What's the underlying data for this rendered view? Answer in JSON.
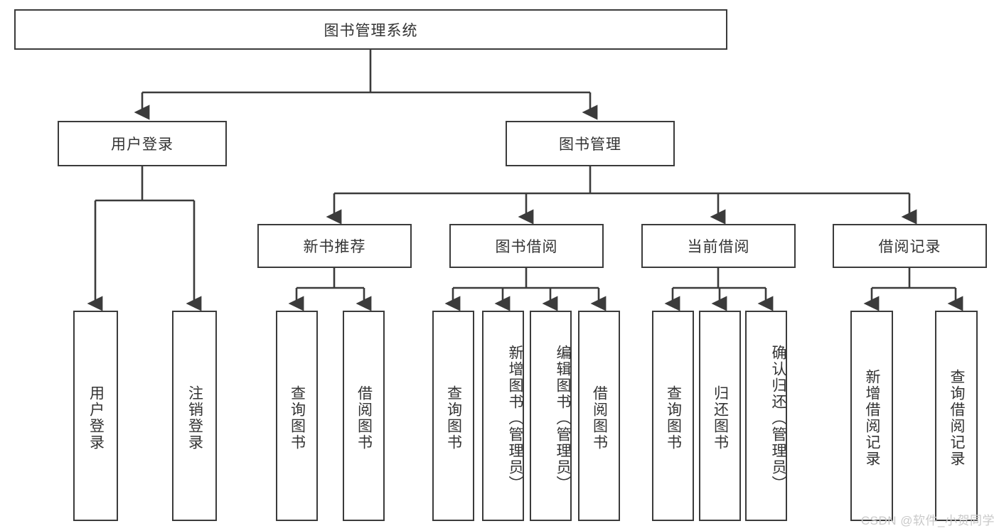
{
  "diagram": {
    "title": "图书管理系统",
    "type": "hierarchy-tree",
    "root": {
      "label": "图书管理系统"
    },
    "level1": [
      {
        "label": "用户登录"
      },
      {
        "label": "图书管理"
      }
    ],
    "level2": [
      {
        "label": "新书推荐"
      },
      {
        "label": "图书借阅"
      },
      {
        "label": "当前借阅"
      },
      {
        "label": "借阅记录"
      }
    ],
    "leaves": {
      "user_login": [
        {
          "label": "用户登录"
        },
        {
          "label": "注销登录"
        }
      ],
      "new_book_recommend": [
        {
          "label": "查询图书"
        },
        {
          "label": "借阅图书"
        }
      ],
      "book_borrow": [
        {
          "label": "查询图书"
        },
        {
          "label": "新增图书（管理员）"
        },
        {
          "label": "编辑图书（管理员）"
        },
        {
          "label": "借阅图书"
        }
      ],
      "current_borrow": [
        {
          "label": "查询图书"
        },
        {
          "label": "归还图书"
        },
        {
          "label": "确认归还（管理员）"
        }
      ],
      "borrow_record": [
        {
          "label": "新增借阅记录"
        },
        {
          "label": "查询借阅记录"
        }
      ]
    }
  },
  "watermark": {
    "text": "CSDN @软件_小贺同学"
  },
  "colors": {
    "stroke": "#3b3b3b",
    "fill": "#ffffff",
    "text": "#333333",
    "watermark": "#c9c9c9"
  }
}
